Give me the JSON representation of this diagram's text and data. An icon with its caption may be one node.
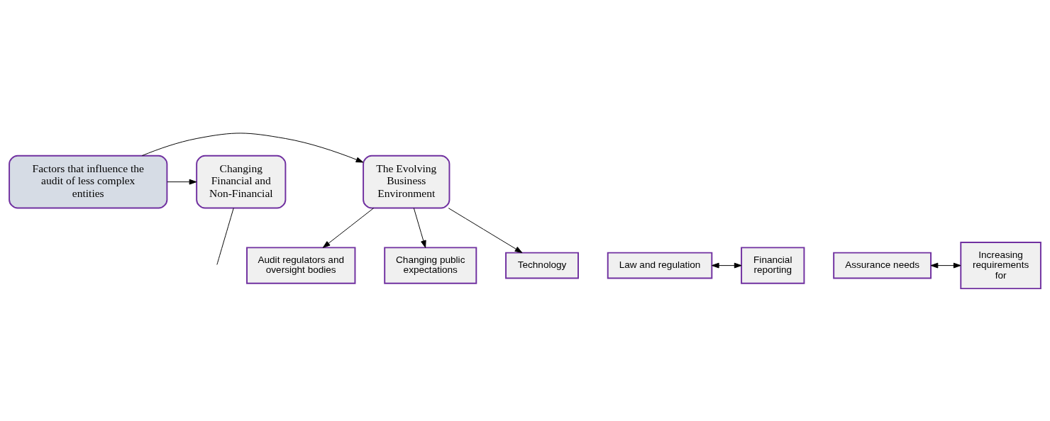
{
  "diagram": {
    "nodes": [
      {
        "text": [
          "The Evolving Business Environment"
        ]
      },
      {
        "text": [
          "Factors that influence the audit of less complex entities"
        ]
      },
      {
        "text": [
          "Changing Financial and Non-Financial"
        ]
      },
      {
        "text": [
          "Technology"
        ]
      },
      {
        "text": [
          "Audit regulators and oversight bodies"
        ]
      },
      {
        "text": [
          "Law and regulation"
        ]
      },
      {
        "text": [
          "Financial reporting"
        ]
      },
      {
        "text": [
          "Changing public expectations"
        ]
      },
      {
        "text": [
          "Assurance needs"
        ]
      },
      {
        "text": [
          "Increasing requirements for"
        ]
      }
    ],
    "edges": [
      {
        "from": 1,
        "to": 0,
        "arrow": "to"
      },
      {
        "from": 1,
        "to": 2,
        "arrow": "to"
      },
      {
        "from": 0,
        "to": 3,
        "arrow": "to"
      },
      {
        "from": 0,
        "to": 4,
        "arrow": "to"
      },
      {
        "from": 0,
        "to": 7,
        "arrow": "to"
      },
      {
        "from": 5,
        "to": 6,
        "arrow": "both"
      },
      {
        "from": 8,
        "to": 9,
        "arrow": "both"
      },
      {
        "from": 2,
        "to": null,
        "arrow": "none"
      }
    ]
  }
}
